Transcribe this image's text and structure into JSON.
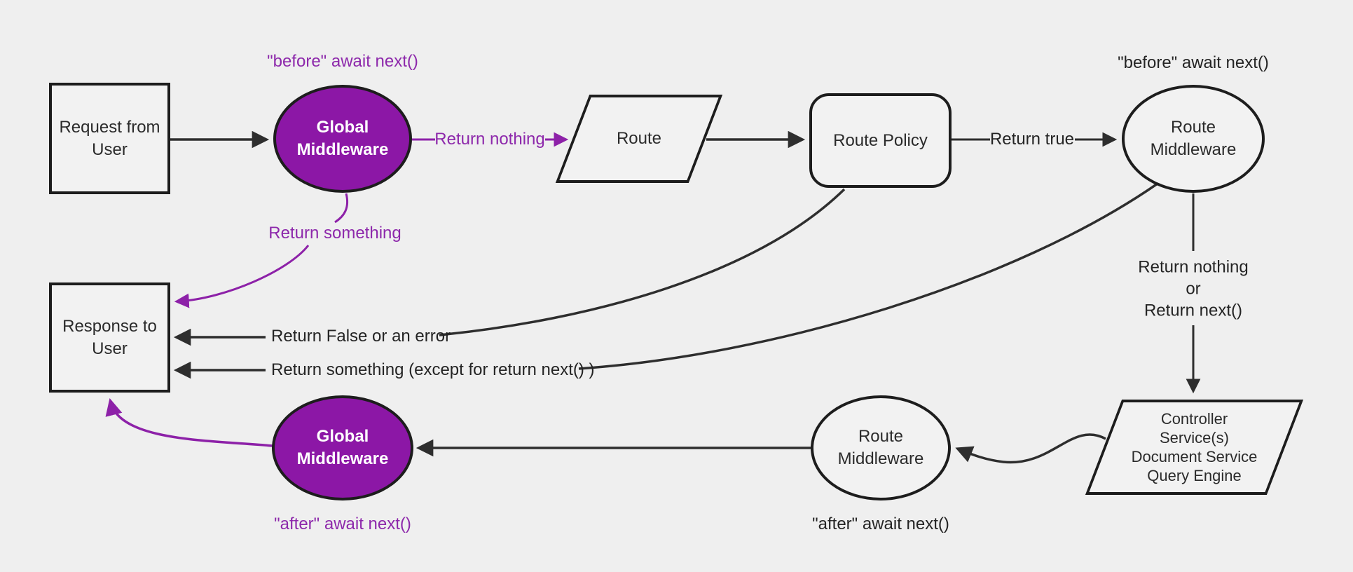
{
  "diagram": {
    "background_color": "#efefef",
    "colors": {
      "purple_fill": "#8c17a6",
      "purple_text": "#8d28ab",
      "line_dark": "#2e2e2e",
      "node_fill": "#f2f2f2",
      "node_border": "#1d1d1d",
      "text_dark": "#242424",
      "text_light": "#ffffff"
    },
    "nodes": {
      "request": {
        "shape": "rectangle",
        "lines": [
          "Request from",
          "User"
        ]
      },
      "global_middleware_top": {
        "shape": "ellipse",
        "lines": [
          "Global",
          "Middleware"
        ]
      },
      "route": {
        "shape": "parallelogram",
        "lines": [
          "Route"
        ]
      },
      "route_policy": {
        "shape": "rounded-rectangle",
        "lines": [
          "Route Policy"
        ]
      },
      "route_middleware_top": {
        "shape": "ellipse",
        "lines": [
          "Route",
          "Middleware"
        ]
      },
      "controller": {
        "shape": "parallelogram",
        "lines": [
          "Controller",
          "Service(s)",
          "Document Service",
          "Query Engine"
        ]
      },
      "route_middleware_bottom": {
        "shape": "ellipse",
        "lines": [
          "Route",
          "Middleware"
        ]
      },
      "global_middleware_bottom": {
        "shape": "ellipse",
        "lines": [
          "Global",
          "Middleware"
        ]
      },
      "response": {
        "shape": "rectangle",
        "lines": [
          "Response to",
          "User"
        ]
      }
    },
    "labels": {
      "before_await_next_left": "\"before\" await next()",
      "before_await_next_right": "\"before\" await next()",
      "return_nothing": "Return nothing",
      "return_true": "Return true",
      "return_something": "Return something",
      "return_nothing_or": [
        "Return nothing",
        "or",
        "Return next()"
      ],
      "return_false_or_error": "Return False or an error",
      "return_something_except": "Return something (except for return next() )",
      "after_await_next_left": "\"after\" await next()",
      "after_await_next_right": "\"after\" await next()"
    }
  }
}
